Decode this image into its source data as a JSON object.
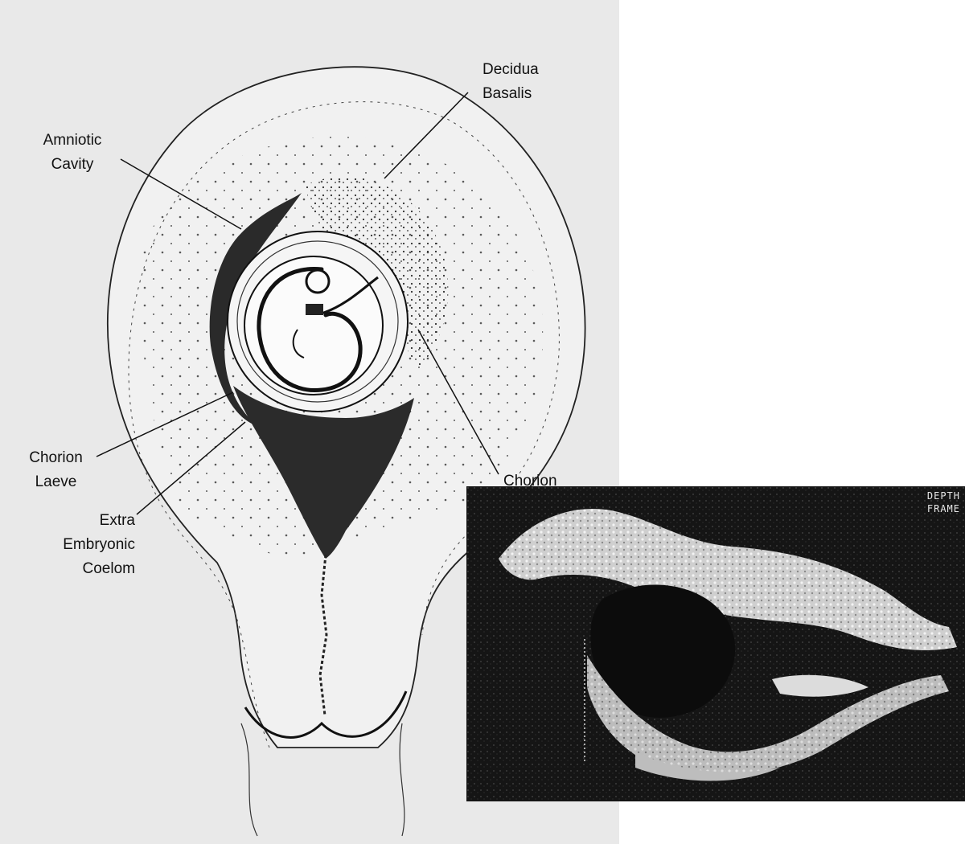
{
  "labels": {
    "decidua_basalis": [
      "Decidua",
      "Basalis"
    ],
    "amniotic_cavity": [
      "Amniotic",
      "Cavity"
    ],
    "chorion_laeve": [
      "Chorion",
      "Laeve"
    ],
    "extra_embryonic_coelom": [
      "Extra",
      "Embryonic",
      "Coelom"
    ],
    "chorion_frondosum_partial": "Chorion"
  },
  "ultrasound": {
    "overlay_text": [
      "DEPTH",
      "FRAME"
    ]
  },
  "colors": {
    "ink": "#111111",
    "paper": "#e9e9e9",
    "ultrasound_bg": "#151515",
    "ultrasound_echo": "#e8e8e8"
  }
}
